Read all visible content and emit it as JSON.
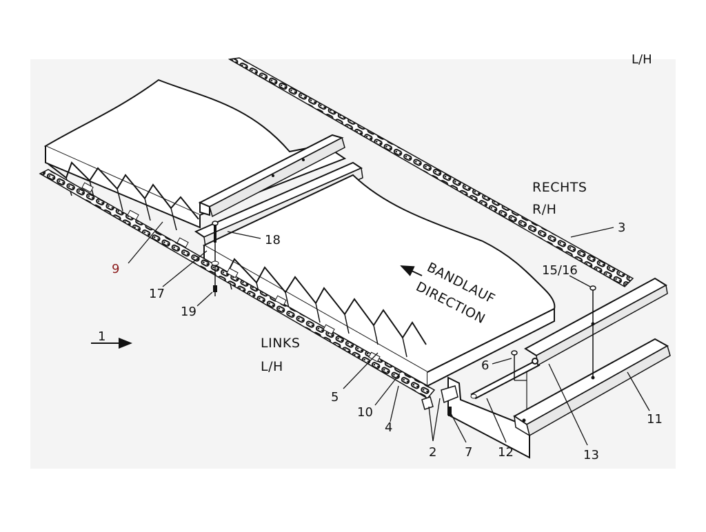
{
  "corner_label": "L/H",
  "right_side": {
    "line1": "RECHTS",
    "line2": "R/H"
  },
  "left_side": {
    "line1": "LINKS",
    "line2": "L/H"
  },
  "direction": {
    "line1": "BANDLAUF",
    "line2": "DIRECTION"
  },
  "callouts": {
    "c1": "1",
    "c2": "2",
    "c3": "3",
    "c4": "4",
    "c5": "5",
    "c6": "6",
    "c7": "7",
    "c9": "9",
    "c10": "10",
    "c11": "11",
    "c12": "12",
    "c13": "13",
    "c15_16": "15/16",
    "c17": "17",
    "c18": "18",
    "c19": "19"
  },
  "colors": {
    "ink": "#111111",
    "panel": "#f4f4f4",
    "highlight_callout": "#8b1a1a"
  }
}
